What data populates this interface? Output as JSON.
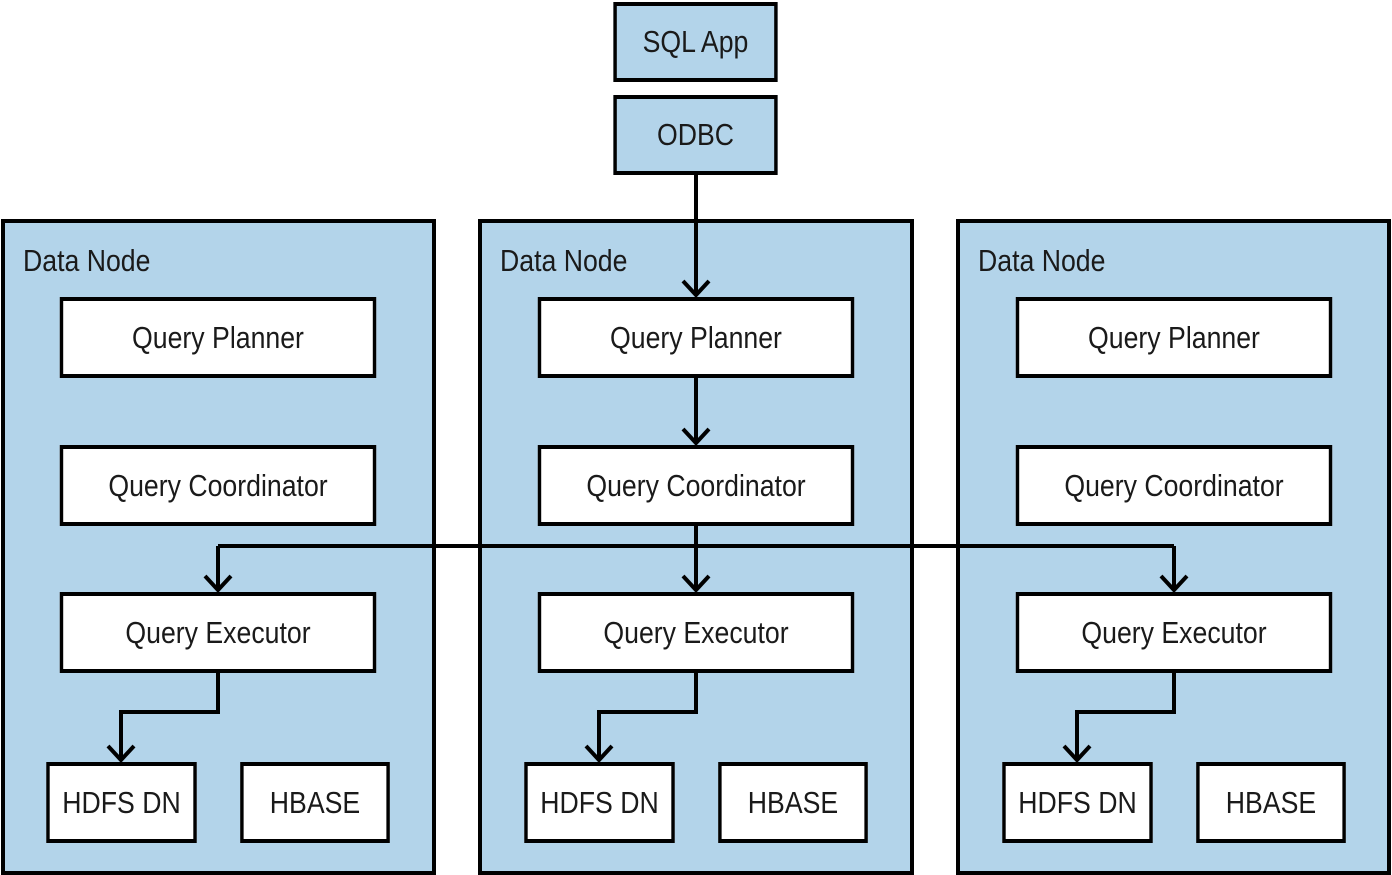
{
  "client": {
    "app_label": "SQL App",
    "driver_label": "ODBC"
  },
  "nodes": [
    {
      "title": "Data Node",
      "planner": "Query Planner",
      "coordinator": "Query Coordinator",
      "executor": "Query Executor",
      "hdfs": "HDFS DN",
      "hbase": "HBASE"
    },
    {
      "title": "Data Node",
      "planner": "Query Planner",
      "coordinator": "Query Coordinator",
      "executor": "Query Executor",
      "hdfs": "HDFS DN",
      "hbase": "HBASE"
    },
    {
      "title": "Data Node",
      "planner": "Query Planner",
      "coordinator": "Query Coordinator",
      "executor": "Query Executor",
      "hdfs": "HDFS DN",
      "hbase": "HBASE"
    }
  ],
  "colors": {
    "node_fill": "#b3d4ea",
    "component_fill": "#ffffff",
    "stroke": "#000000"
  }
}
